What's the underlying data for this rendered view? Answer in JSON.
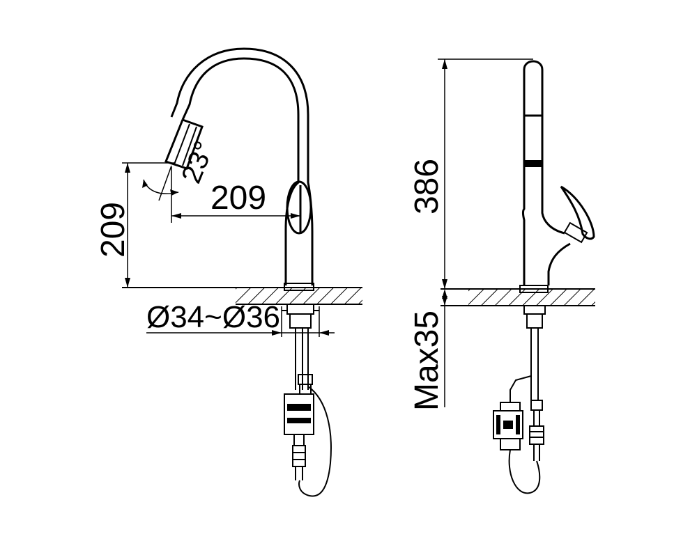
{
  "dimensions": {
    "spout_height": "209",
    "spout_reach": "209",
    "spray_angle": "23°",
    "mounting_hole": "Ø34~Ø36",
    "total_height": "386",
    "max_deck_thickness": "Max35"
  },
  "icons": {
    "left_view": "faucet-front-view-drawing",
    "right_view": "faucet-side-view-drawing"
  },
  "colors": {
    "line": "#000000",
    "background": "#ffffff"
  }
}
